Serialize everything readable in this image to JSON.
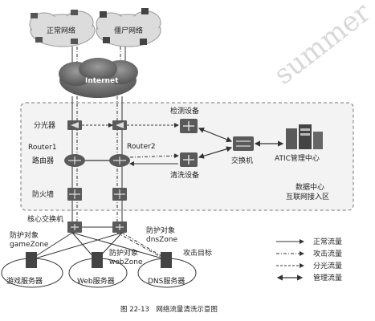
{
  "labels": {
    "normal_network": "正常网络",
    "zombie_network": "僵尸网络",
    "internet": "Internet",
    "detection_device": "检测设备",
    "splitter": "分光器",
    "router1": "Router1",
    "router2": "Router2",
    "router_cn": "路由器",
    "switch": "交换机",
    "atic_center": "ATIC管理中心",
    "cleaning_device": "清洗设备",
    "firewall": "防火墙",
    "dc_line1": "数据中心",
    "dc_line2": "互联网接入区",
    "core_switch": "核心交换机",
    "protect_game_1": "防护对象",
    "protect_game_2": "gameZone",
    "protect_dns_1": "防护对象",
    "protect_dns_2": "dnsZone",
    "protect_web_1": "防护对象",
    "protect_web_2": "webZone",
    "attack_target": "攻击目标",
    "game_server": "游戏服务器",
    "web_server": "Web服务器",
    "dns_server": "DNS服务器"
  },
  "legend": [
    {
      "label": "正常流量",
      "style": "solid-arrow"
    },
    {
      "label": "攻击流量",
      "style": "dash-dot-arrow"
    },
    {
      "label": "分光流量",
      "style": "dashed-arrow"
    },
    {
      "label": "管理流量",
      "style": "double-arrow"
    }
  ],
  "caption": "图 22-13　网络流量清洗示意图",
  "watermark": "summer",
  "colors": {
    "dc_border": "#777777",
    "dc_fill": "#f3f3f3",
    "cloud_fill": "#dcdcdc",
    "internet_fill": "#6a6a6a",
    "device_fill": "#5a5a5a",
    "line": "#333333"
  }
}
